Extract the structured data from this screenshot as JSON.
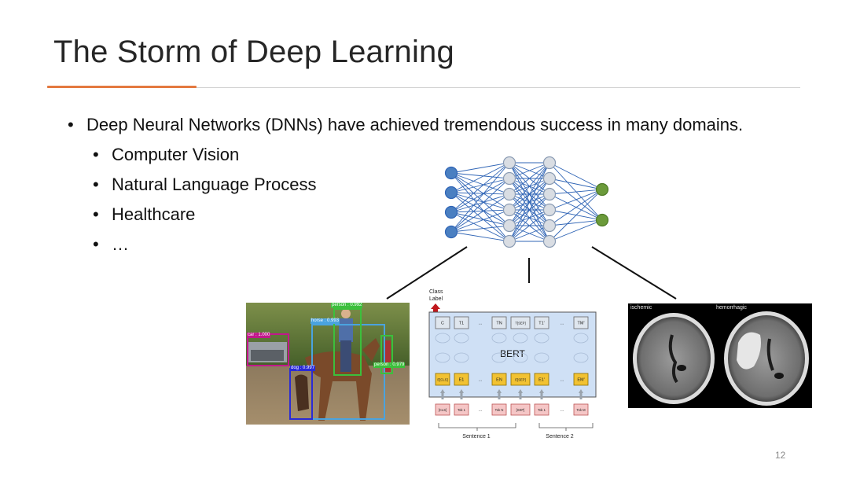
{
  "slide": {
    "title": "The Storm of Deep Learning",
    "page_number": "12",
    "accent_color": "#e4793f",
    "bullets": {
      "main": "Deep Neural Networks (DNNs) have achieved tremendous success in many domains.",
      "sub": [
        "Computer Vision",
        "Natural Language Process",
        "Healthcare",
        "…"
      ],
      "glyph": "•"
    }
  },
  "figures": {
    "detection": {
      "labels": [
        "car : 1.000",
        "person : 0.992",
        "horse : 0.993",
        "dog : 0.997",
        "person : 0.979"
      ]
    },
    "bert": {
      "class_label": "Class Label",
      "title": "BERT",
      "output_tokens": [
        "C",
        "T1",
        "...",
        "TN",
        "T[SEP]",
        "T1'",
        "...",
        "TM'"
      ],
      "embedding_tokens": [
        "E[CLS]",
        "E1",
        "...",
        "EN",
        "E[SEP]",
        "E1'",
        "...",
        "EM'"
      ],
      "input_tokens": [
        "[CLS]",
        "Tok 1",
        "...",
        "Tok N",
        "[SEP]",
        "Tok 1",
        "...",
        "Tok M"
      ],
      "sentence_labels": [
        "Sentence 1",
        "Sentence 2"
      ]
    },
    "ct_scan": {
      "labels": [
        "ischemic",
        "hemorrhagic"
      ]
    },
    "neural_net": {
      "input_color": "#4a7fc1",
      "hidden_color": "#d9dde3",
      "output_color": "#6b9a3a",
      "edge_color": "#2f64b5"
    }
  }
}
